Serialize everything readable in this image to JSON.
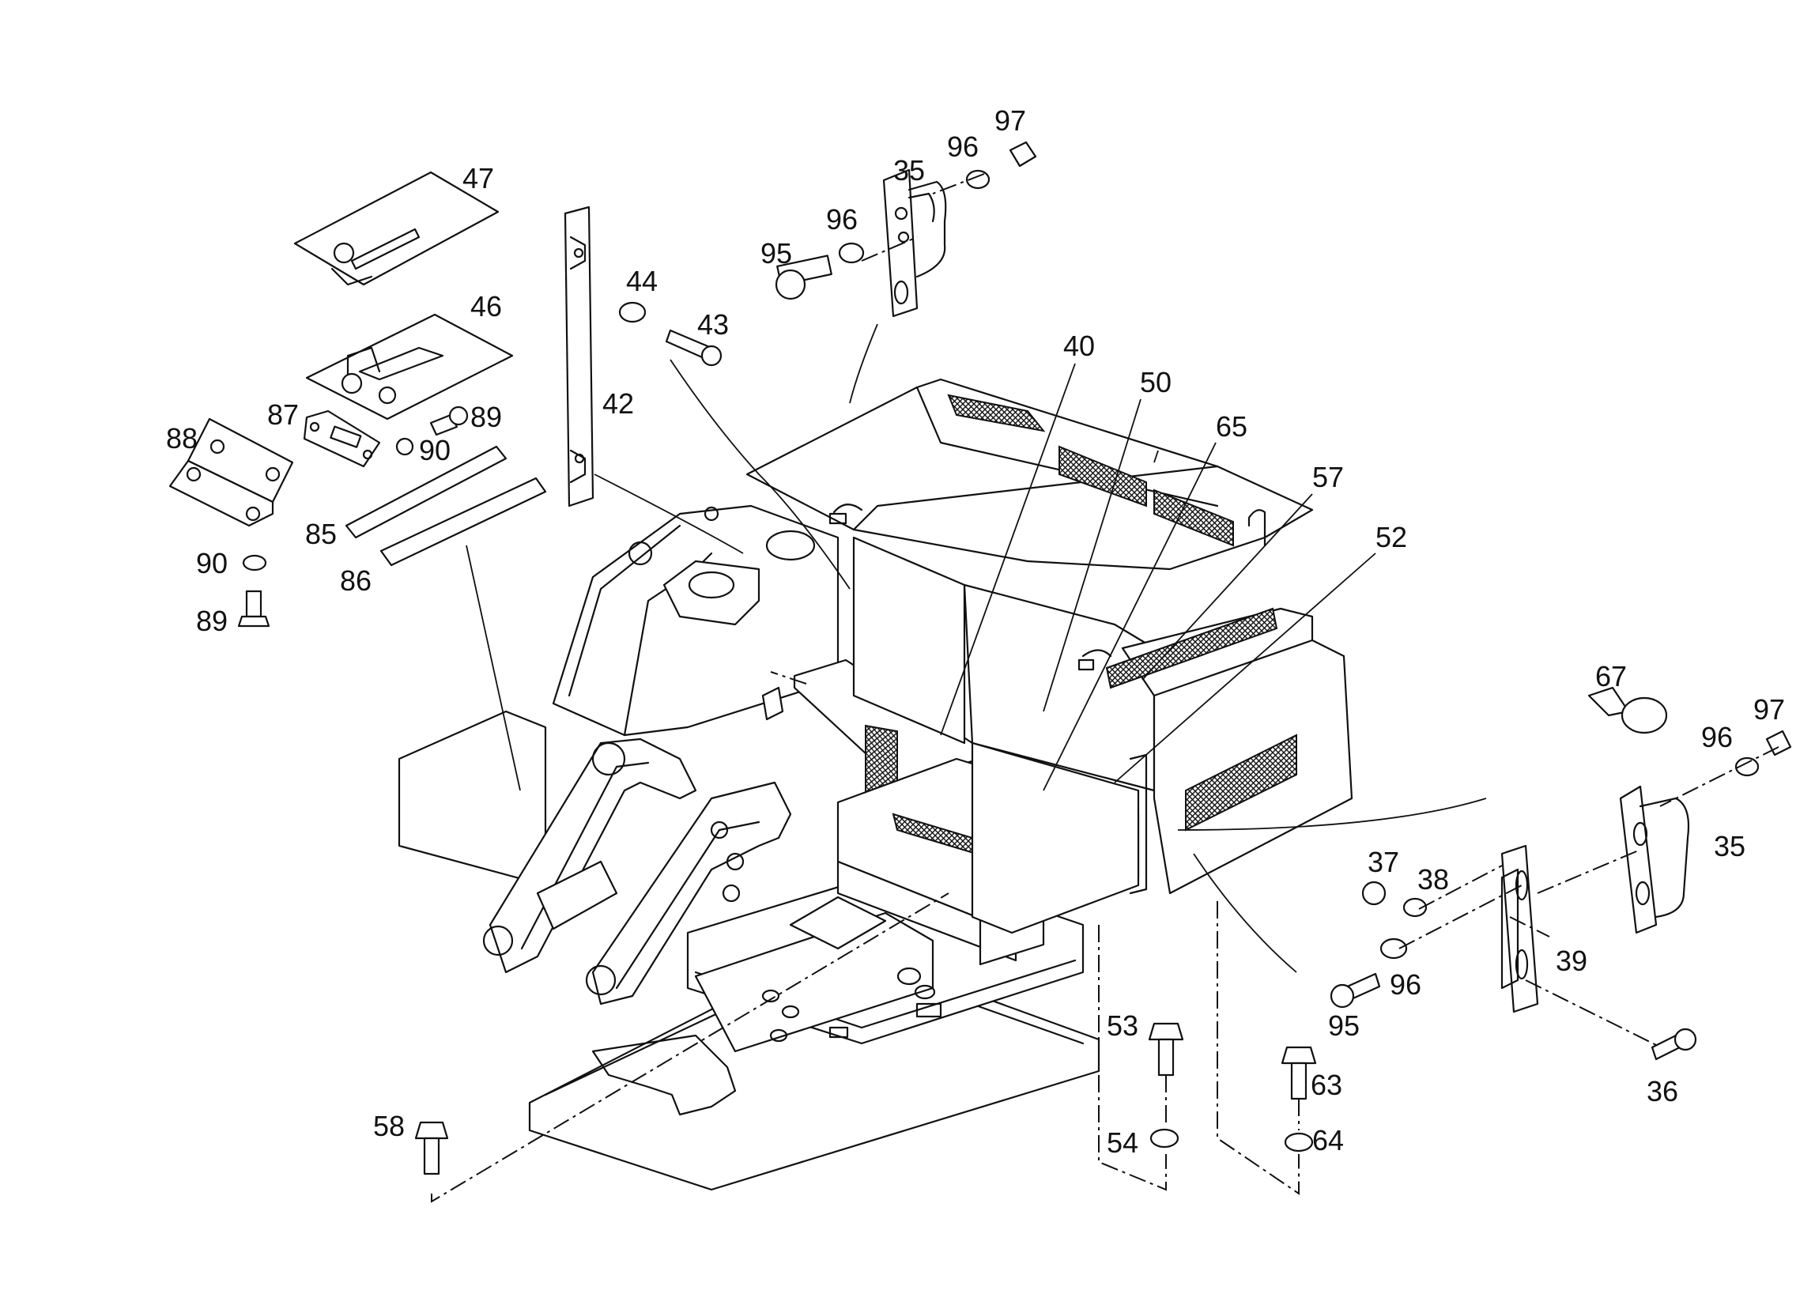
{
  "callouts": [
    {
      "id": "c47a",
      "text": "47"
    },
    {
      "id": "c46a",
      "text": "46"
    },
    {
      "id": "c88a",
      "text": "88"
    },
    {
      "id": "c87a",
      "text": "87"
    },
    {
      "id": "c89a",
      "text": "89"
    },
    {
      "id": "c90a",
      "text": "90"
    },
    {
      "id": "c85a",
      "text": "85"
    },
    {
      "id": "c86a",
      "text": "86"
    },
    {
      "id": "c90b",
      "text": "90"
    },
    {
      "id": "c89b",
      "text": "89"
    },
    {
      "id": "c42a",
      "text": "42"
    },
    {
      "id": "c44a",
      "text": "44"
    },
    {
      "id": "c43a",
      "text": "43"
    },
    {
      "id": "c95a",
      "text": "95"
    },
    {
      "id": "c96a",
      "text": "96"
    },
    {
      "id": "c35a",
      "text": "35"
    },
    {
      "id": "c96b",
      "text": "96"
    },
    {
      "id": "c97a",
      "text": "97"
    },
    {
      "id": "c40a",
      "text": "40"
    },
    {
      "id": "c50a",
      "text": "50"
    },
    {
      "id": "c65a",
      "text": "65"
    },
    {
      "id": "c57a",
      "text": "57"
    },
    {
      "id": "c52a",
      "text": "52"
    },
    {
      "id": "c67a",
      "text": "67"
    },
    {
      "id": "c97b",
      "text": "97"
    },
    {
      "id": "c96c",
      "text": "96"
    },
    {
      "id": "c35b",
      "text": "35"
    },
    {
      "id": "c37a",
      "text": "37"
    },
    {
      "id": "c38a",
      "text": "38"
    },
    {
      "id": "c39a",
      "text": "39"
    },
    {
      "id": "c96d",
      "text": "96"
    },
    {
      "id": "c95b",
      "text": "95"
    },
    {
      "id": "c36a",
      "text": "36"
    },
    {
      "id": "c53a",
      "text": "53"
    },
    {
      "id": "c63a",
      "text": "63"
    },
    {
      "id": "c54a",
      "text": "54"
    },
    {
      "id": "c64a",
      "text": "64"
    },
    {
      "id": "c58a",
      "text": "58"
    }
  ]
}
